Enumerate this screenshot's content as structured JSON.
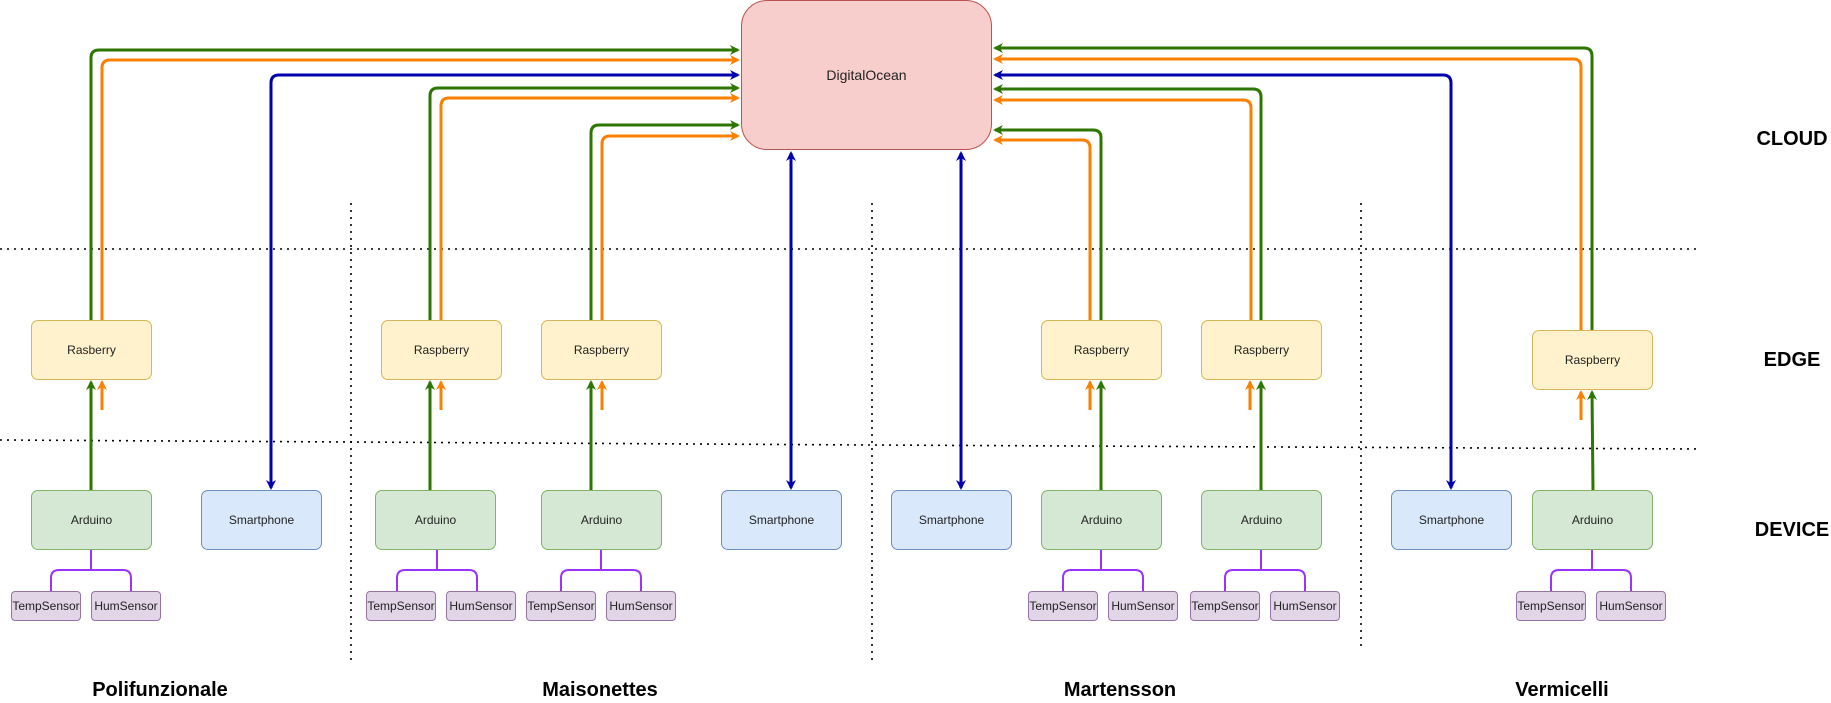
{
  "cloud": {
    "label": "DigitalOcean"
  },
  "tiers": {
    "cloud": "CLOUD",
    "edge": "EDGE",
    "device": "DEVICE"
  },
  "sites": [
    "Polifunzionale",
    "Maisonettes",
    "Martensson",
    "Vermicelli"
  ],
  "edges": [
    "Rasberry",
    "Raspberry",
    "Raspberry",
    "Raspberry",
    "Raspberry",
    "Raspberry"
  ],
  "devices": {
    "arduino": "Arduino",
    "smartphone": "Smartphone"
  },
  "sensors": {
    "temp": "TempSensor",
    "hum": "HumSensor"
  },
  "colors": {
    "green": "#2d7600",
    "orange": "#fa8000",
    "blue": "#0000ad",
    "purple": "#9933ff",
    "divider": "#000000"
  }
}
